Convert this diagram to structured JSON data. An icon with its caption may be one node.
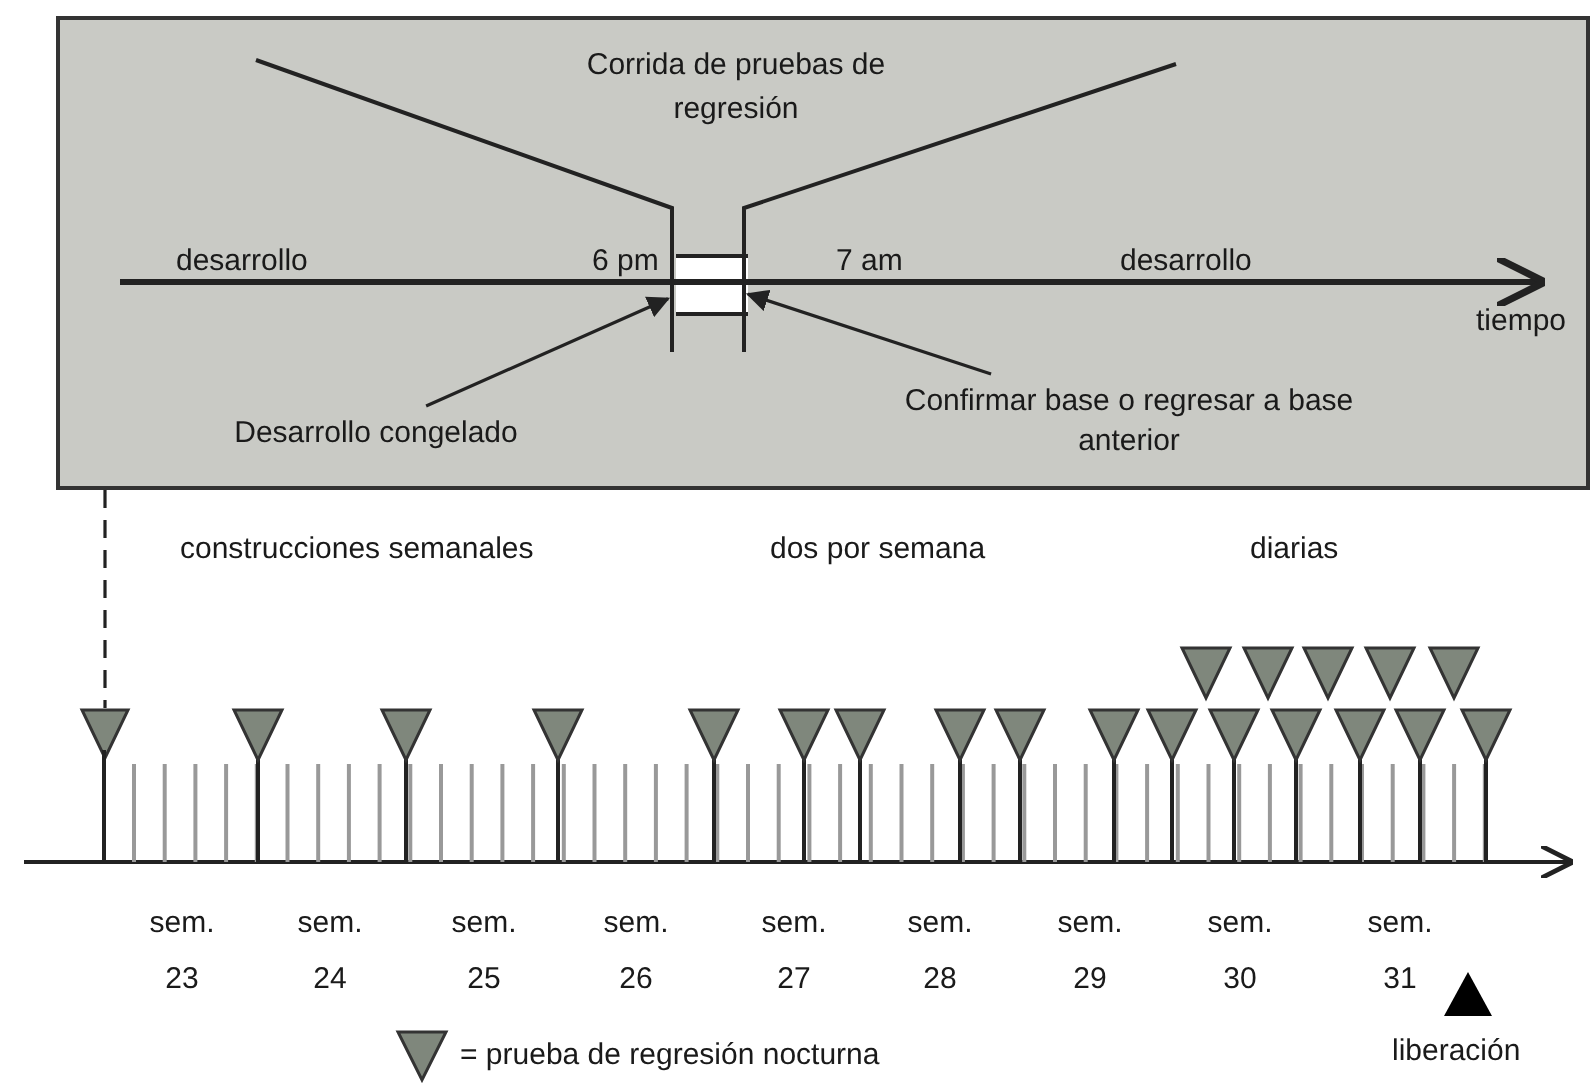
{
  "diagram": {
    "nodes": [
      {
        "text": [],
        "shape": "box"
      },
      {
        "text": [],
        "shape": "box",
        "in": 0
      },
      {
        "text": [
          "Desarrollo congelado"
        ],
        "in": 0
      },
      {
        "text": [
          "Confirmar base o regresar a base anterior"
        ],
        "in": 0
      },
      {
        "text": [],
        "shape": "triangle"
      }
    ],
    "edges": [
      {
        "from": 0,
        "to": 4,
        "arrow": "none",
        "style": "dashed"
      },
      {
        "from": 2,
        "to": 1,
        "arrow": "to"
      },
      {
        "from": 3,
        "to": 1,
        "arrow": "to"
      }
    ],
    "labels": [
      "Corrida de pruebas de regresión",
      "desarrollo",
      "6 pm",
      "7 am",
      "desarrollo",
      "tiempo",
      "construcciones semanales",
      "dos por semana",
      "diarias",
      "sem. 23",
      "sem. 24",
      "sem. 25",
      "sem. 26",
      "sem. 27",
      "sem. 28",
      "sem. 29",
      "sem. 30",
      "sem. 31",
      "liberación"
    ],
    "legend": [
      {
        "text": "= prueba de regresión nocturna"
      }
    ]
  }
}
